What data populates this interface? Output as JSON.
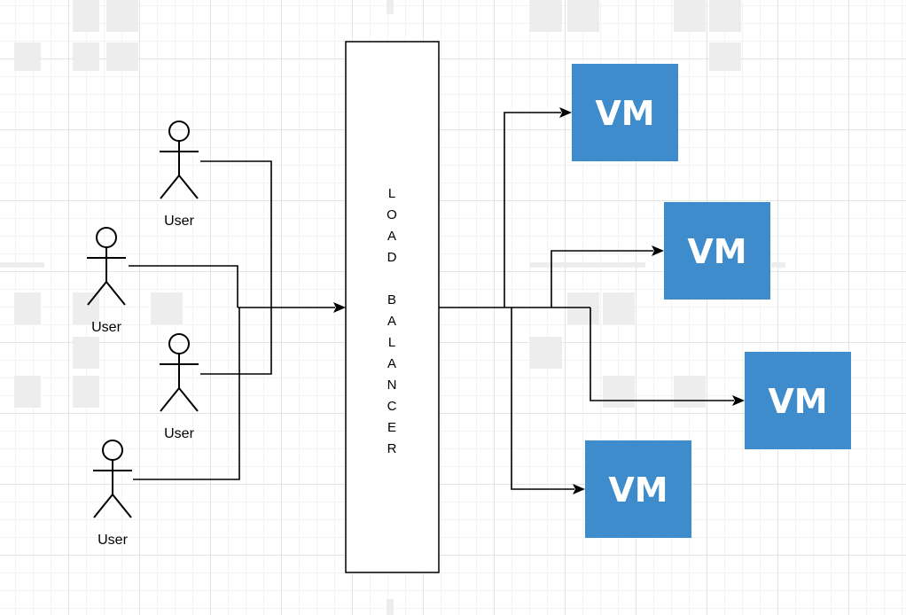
{
  "diagram": {
    "load_balancer": {
      "label": "LOAD BALANCER"
    },
    "users": [
      {
        "label": "User"
      },
      {
        "label": "User"
      },
      {
        "label": "User"
      },
      {
        "label": "User"
      }
    ],
    "vms": [
      {
        "label": "VM"
      },
      {
        "label": "VM"
      },
      {
        "label": "VM"
      },
      {
        "label": "VM"
      }
    ],
    "colors": {
      "vm_fill": "#3f8ccc",
      "line": "#000000",
      "grid": "#e4e4e4"
    }
  }
}
